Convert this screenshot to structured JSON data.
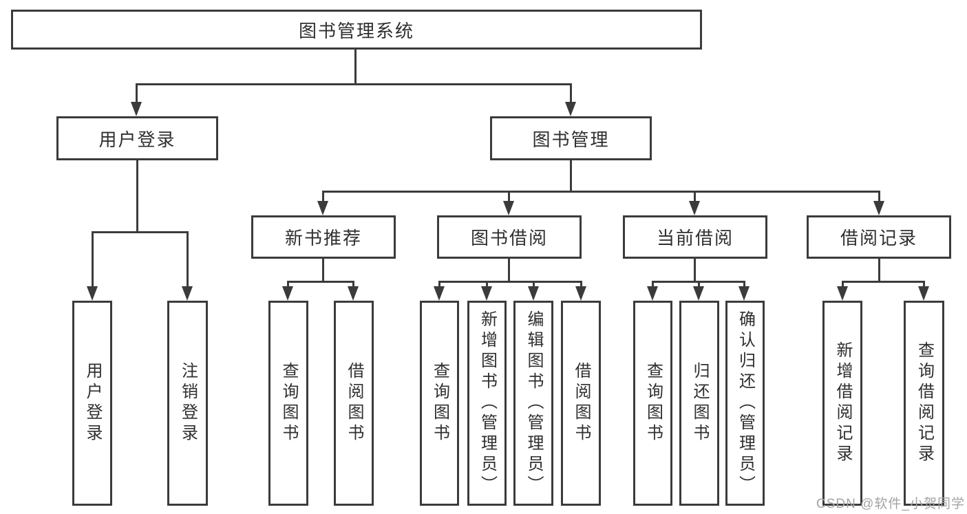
{
  "diagram_title": "图书管理系统",
  "colors": {
    "line": "#3b3b3b",
    "text": "#2f2f2f",
    "background": "#ffffff",
    "watermark": "#a3a3a3"
  },
  "nodes": {
    "root": {
      "label": "图书管理系统"
    },
    "user_login": {
      "label": "用户登录"
    },
    "book_mgmt": {
      "label": "图书管理"
    },
    "new_book": {
      "label": "新书推荐"
    },
    "book_borrow": {
      "label": "图书借阅"
    },
    "current_borrow": {
      "label": "当前借阅"
    },
    "borrow_records": {
      "label": "借阅记录"
    },
    "leaf_user_login": {
      "label": "用户登录"
    },
    "leaf_logout": {
      "label": "注销登录"
    },
    "leaf_query_book_a": {
      "label": "查询图书"
    },
    "leaf_borrow_book_a": {
      "label": "借阅图书"
    },
    "leaf_query_book_b": {
      "label": "查询图书"
    },
    "leaf_add_book": {
      "label": "新增图书（管理员）"
    },
    "leaf_edit_book": {
      "label": "编辑图书（管理员）"
    },
    "leaf_borrow_book_b": {
      "label": "借阅图书"
    },
    "leaf_query_book_c": {
      "label": "查询图书"
    },
    "leaf_return_book": {
      "label": "归还图书"
    },
    "leaf_confirm_return": {
      "label": "确认归还（管理员）"
    },
    "leaf_add_record": {
      "label": "新增借阅记录"
    },
    "leaf_query_record": {
      "label": "查询借阅记录"
    }
  },
  "watermark": "CSDN @软件_小贺同学"
}
